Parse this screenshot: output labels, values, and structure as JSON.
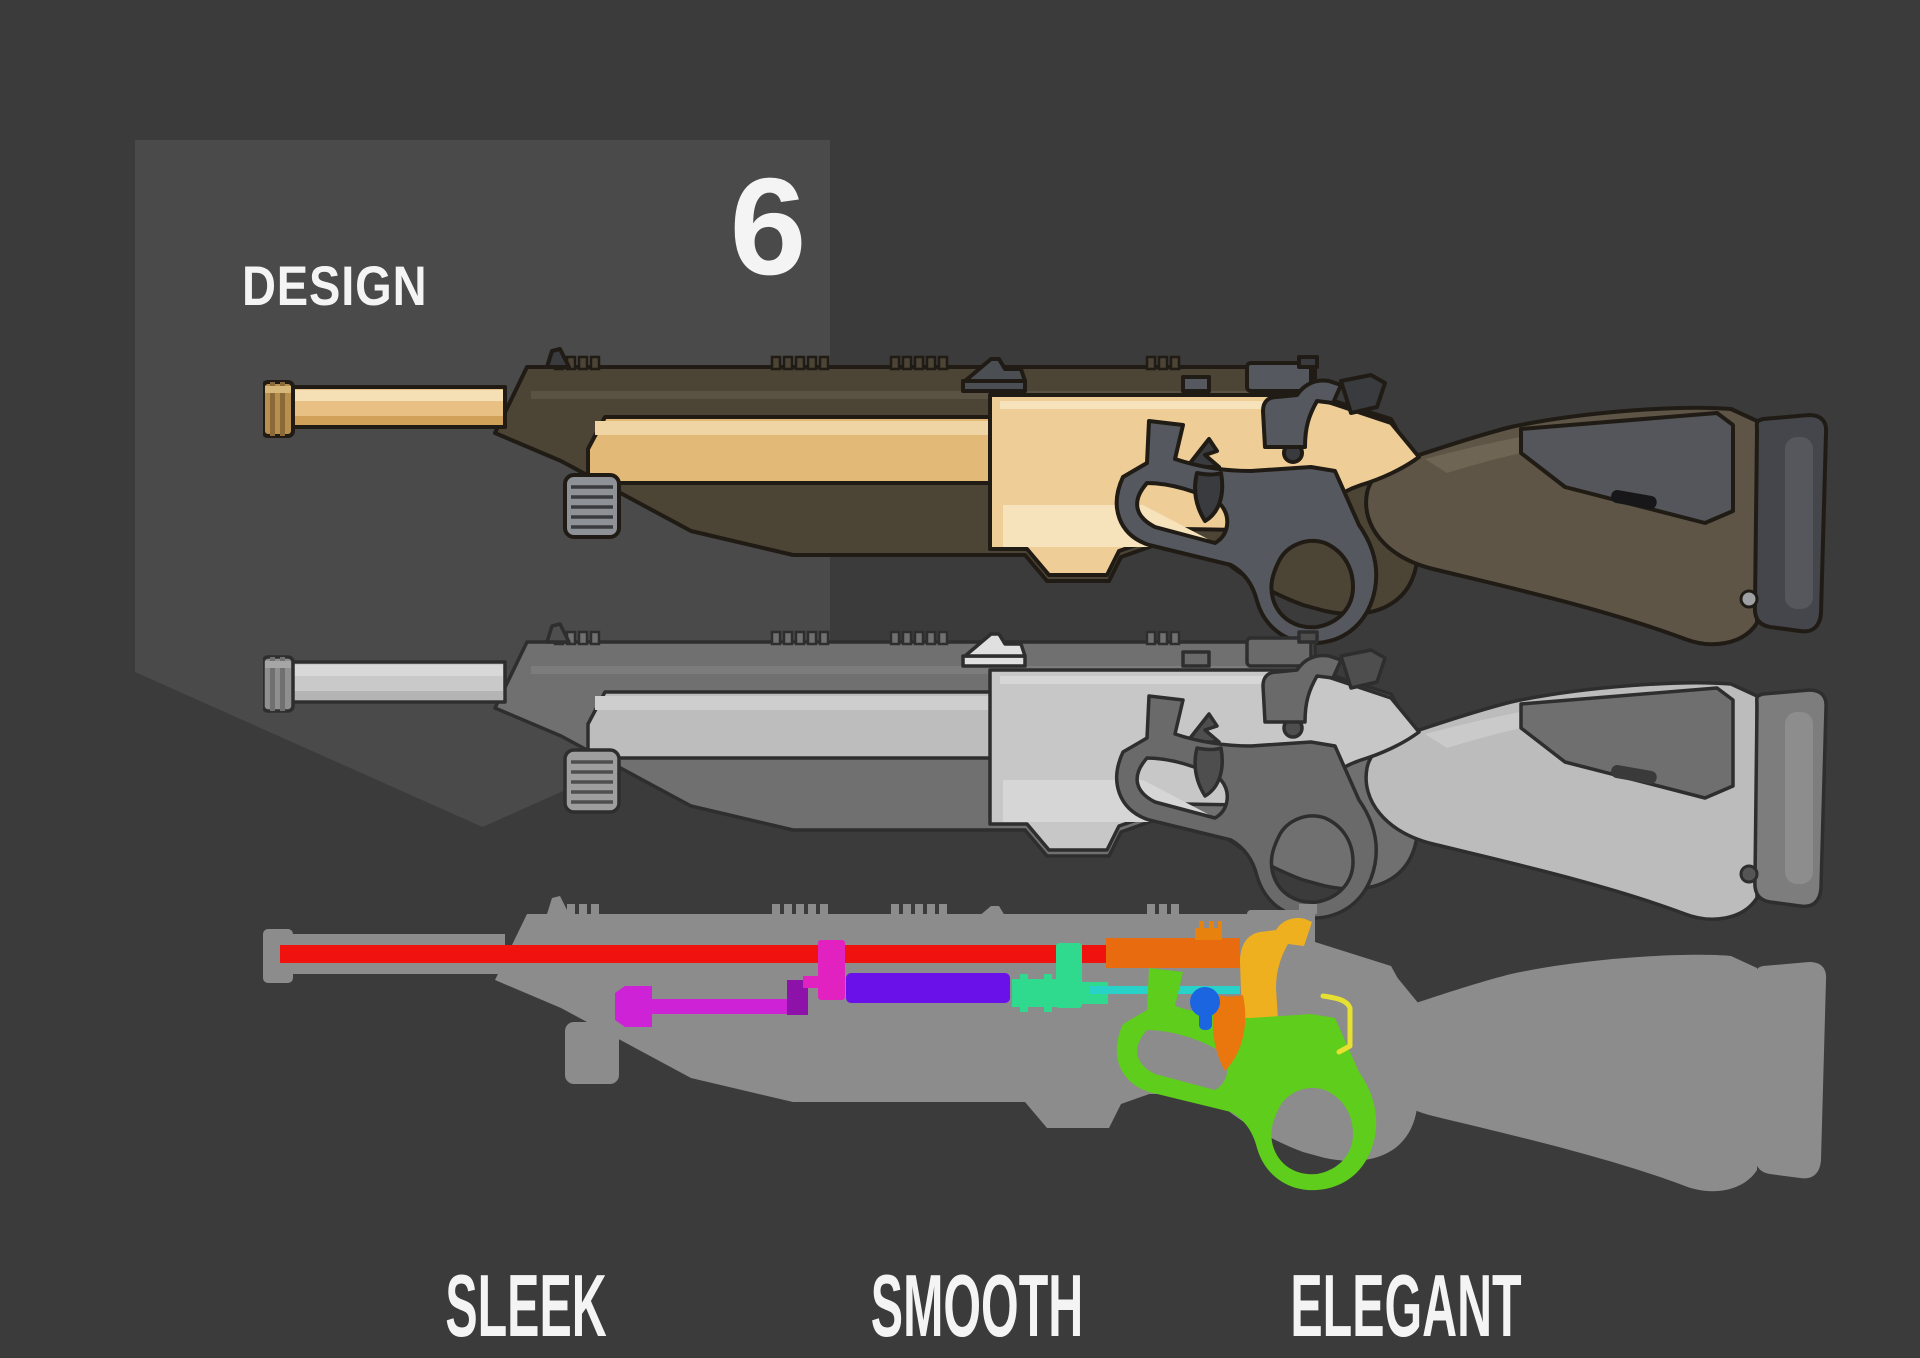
{
  "page": {
    "background": "#3b3b3b",
    "panel": "#4a4a4a",
    "text_color": "#f4f4f4"
  },
  "header": {
    "label": "DESIGN",
    "number": "6"
  },
  "captions": [
    {
      "label": "SLEEK"
    },
    {
      "label": "SMOOTH"
    },
    {
      "label": "ELEGANT"
    }
  ],
  "rifles": [
    {
      "id": "colored",
      "description": "lever-action rifle concept, tan receiver with dark brown furniture",
      "theme": {
        "line": "#201c15",
        "sw": "4",
        "action_display": "inline",
        "muzzle": "#b98f4e",
        "muzzle_dk": "#8a6a39",
        "muzzle_hi": "#d7b878",
        "barrel": "#e9c084",
        "barrel_hi": "#f5e0b6",
        "barrel_lo": "#d2a159",
        "body": "#4c4435",
        "body_hi": "#5a5242",
        "inset": "#e3b977",
        "inset_hi": "#f0d5a4",
        "receiver": "#efcd97",
        "recv_hi": "#f7e3bb",
        "button": "#8e9196",
        "metal": "#55585e",
        "metal_dk": "#393b3f",
        "metal_hi": "#6a6d73",
        "sight": "#4b4e53",
        "stock": "#5e5546",
        "stock_hi": "#6e6555",
        "cheek": "#55565b",
        "slot": "#17171a",
        "pad": "#45464b",
        "pad_in": "#56575c",
        "stud": "#9fa0a3"
      }
    },
    {
      "id": "grayscale",
      "description": "same rifle rendered in neutral grays",
      "theme": {
        "line": "#2e2e2e",
        "sw": "3.5",
        "action_display": "inline",
        "muzzle": "#8f8f8f",
        "muzzle_dk": "#707070",
        "muzzle_hi": "#a6a6a6",
        "barrel": "#c9c9c9",
        "barrel_hi": "#d8d8d8",
        "barrel_lo": "#b4b4b4",
        "body": "#707070",
        "body_hi": "#7c7c7c",
        "inset": "#bdbdbd",
        "inset_hi": "#cecece",
        "receiver": "#c7c7c7",
        "recv_hi": "#d6d6d6",
        "button": "#9e9e9e",
        "metal": "#6a6a6a",
        "metal_dk": "#4e4e4e",
        "metal_hi": "#808080",
        "sight": "#e0e0e0",
        "stock": "#bcbcbc",
        "stock_hi": "#cacaca",
        "cheek": "#6f6f6f",
        "slot": "#3a3a3a",
        "pad": "#7d7d7d",
        "pad_in": "#8d8d8d",
        "stud": "#555555"
      }
    },
    {
      "id": "mechanism-silhouette",
      "description": "flat gray silhouette with internal mechanism parts color coded",
      "theme": {
        "line": "rgba(0,0,0,0)",
        "sw": "0",
        "action_display": "none",
        "muzzle": "#8c8c8c",
        "muzzle_dk": "#8c8c8c",
        "muzzle_hi": "#8c8c8c",
        "barrel": "#8c8c8c",
        "barrel_hi": "#8c8c8c",
        "barrel_lo": "#8c8c8c",
        "body": "#8c8c8c",
        "body_hi": "#8c8c8c",
        "inset": "#8c8c8c",
        "inset_hi": "#8c8c8c",
        "receiver": "#8c8c8c",
        "recv_hi": "#8c8c8c",
        "button": "#8c8c8c",
        "metal": "#8c8c8c",
        "metal_dk": "#8c8c8c",
        "metal_hi": "#8c8c8c",
        "sight": "#8c8c8c",
        "stock": "#8c8c8c",
        "stock_hi": "#8c8c8c",
        "cheek": "#8c8c8c",
        "slot": "#8c8c8c",
        "pad": "#8c8c8c",
        "pad_in": "#8c8c8c",
        "stud": "#8c8c8c"
      },
      "mechanism": {
        "parts": [
          {
            "part": "barrel-channel",
            "color": "#ef120e"
          },
          {
            "part": "gas-piston",
            "color": "#ce22d6"
          },
          {
            "part": "piston-block",
            "color": "#8d12aa"
          },
          {
            "part": "link",
            "color": "#e121c0"
          },
          {
            "part": "spring-tube",
            "color": "#6a10e8"
          },
          {
            "part": "bolt-carrier",
            "color": "#2fd98d"
          },
          {
            "part": "firing-pin",
            "color": "#28d2c8"
          },
          {
            "part": "bolt",
            "color": "#e86c0f"
          },
          {
            "part": "rail-mount",
            "color": "#e8820f"
          },
          {
            "part": "hammer",
            "color": "#eeb01e"
          },
          {
            "part": "pivot-pin",
            "color": "#1b66e0"
          },
          {
            "part": "trigger",
            "color": "#ea760e"
          },
          {
            "part": "lever",
            "color": "#5ecd1b"
          },
          {
            "part": "spring-wire",
            "color": "#e6e030"
          },
          {
            "part": "silhouette",
            "color": "#8c8c8c"
          }
        ]
      }
    }
  ]
}
